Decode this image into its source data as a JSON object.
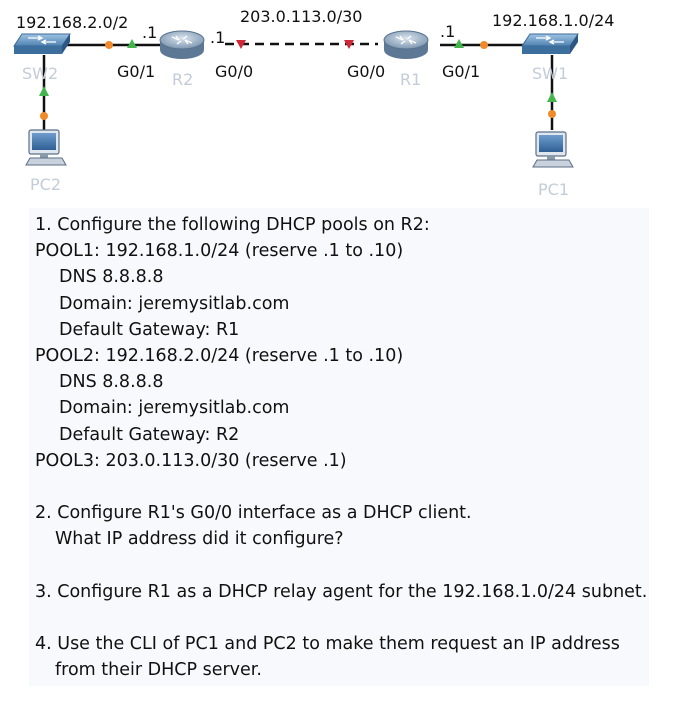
{
  "topology": {
    "subnet_left": "192.168.2.0/2",
    "subnet_middle": "203.0.113.0/30",
    "subnet_right": "192.168.1.0/24",
    "host_r2_left": ".1",
    "host_r2_right": ".1",
    "host_r1_right": ".1",
    "r2_g01": "G0/1",
    "r2_g00": "G0/0",
    "r1_g00": "G0/0",
    "r1_g01": "G0/1",
    "r2": "R2",
    "r1": "R1",
    "sw2": "SW2",
    "sw1": "SW1",
    "pc2": "PC2",
    "pc1": "PC1"
  },
  "instructions": {
    "step1": "1. Configure the following DHCP pools on R2:",
    "pool1": "POOL1: 192.168.1.0/24 (reserve .1 to .10)",
    "pool1_dns": "DNS 8.8.8.8",
    "pool1_domain": "Domain: jeremysitlab.com",
    "pool1_gw": "Default Gateway: R1",
    "pool2": "POOL2: 192.168.2.0/24 (reserve .1 to .10)",
    "pool2_dns": "DNS 8.8.8.8",
    "pool2_domain": "Domain: jeremysitlab.com",
    "pool2_gw": "Default Gateway: R2",
    "pool3": "POOL3: 203.0.113.0/30 (reserve .1)",
    "step2_a": "2. Configure R1's G0/0 interface as a DHCP client.",
    "step2_b": "What IP address did it configure?",
    "step3": "3. Configure R1 as a DHCP relay agent for the 192.168.1.0/24 subnet.",
    "step4_a": "4. Use the CLI of PC1 and PC2 to make them request an IP address",
    "step4_b": "from their DHCP server."
  }
}
